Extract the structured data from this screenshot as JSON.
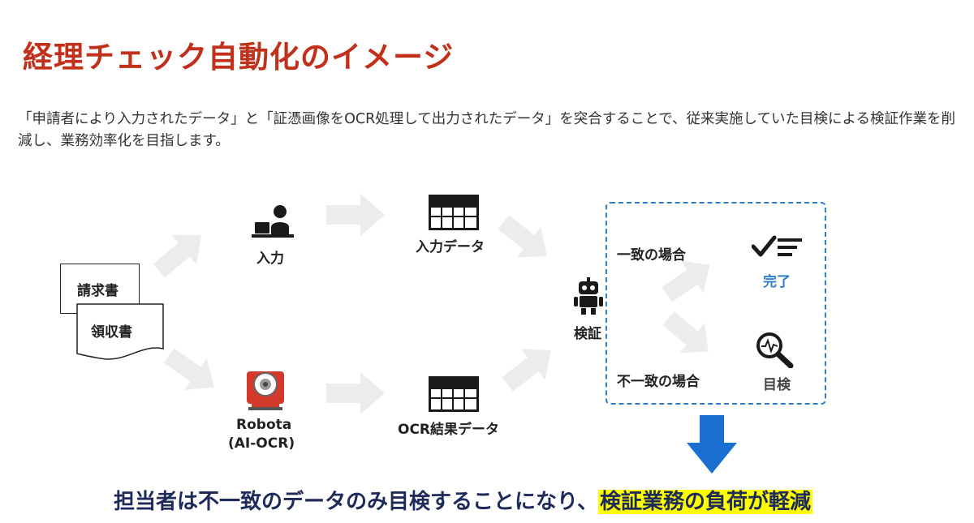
{
  "title": "経理チェック自動化のイメージ",
  "description": "「申請者により入力されたデータ」と「証憑画像をOCR処理して出力されたデータ」を突合することで、従来実施していた目検による検証作業を削減し、業務効率化を目指します。",
  "diagram": {
    "documents": [
      "請求書",
      "領収書"
    ],
    "input_label": "入力",
    "robota_label_line1": "Robota",
    "robota_label_line2": "(AI-OCR)",
    "input_data_label": "入力データ",
    "ocr_data_label": "OCR結果データ",
    "verify_label": "検証",
    "match_label": "一致の場合",
    "mismatch_label": "不一致の場合",
    "complete_label": "完了",
    "visual_check_label": "目検",
    "accent_color": "#2f7fc8",
    "title_color": "#c0301a",
    "icons": [
      "person-at-laptop-icon",
      "ocr-robot-icon",
      "table-icon",
      "robot-icon",
      "checklist-icon",
      "magnifier-icon",
      "down-arrow-icon"
    ]
  },
  "conclusion": {
    "main": "担当者は不一致のデータのみ目検することになり、",
    "highlight": "検証業務の負荷が軽減"
  }
}
